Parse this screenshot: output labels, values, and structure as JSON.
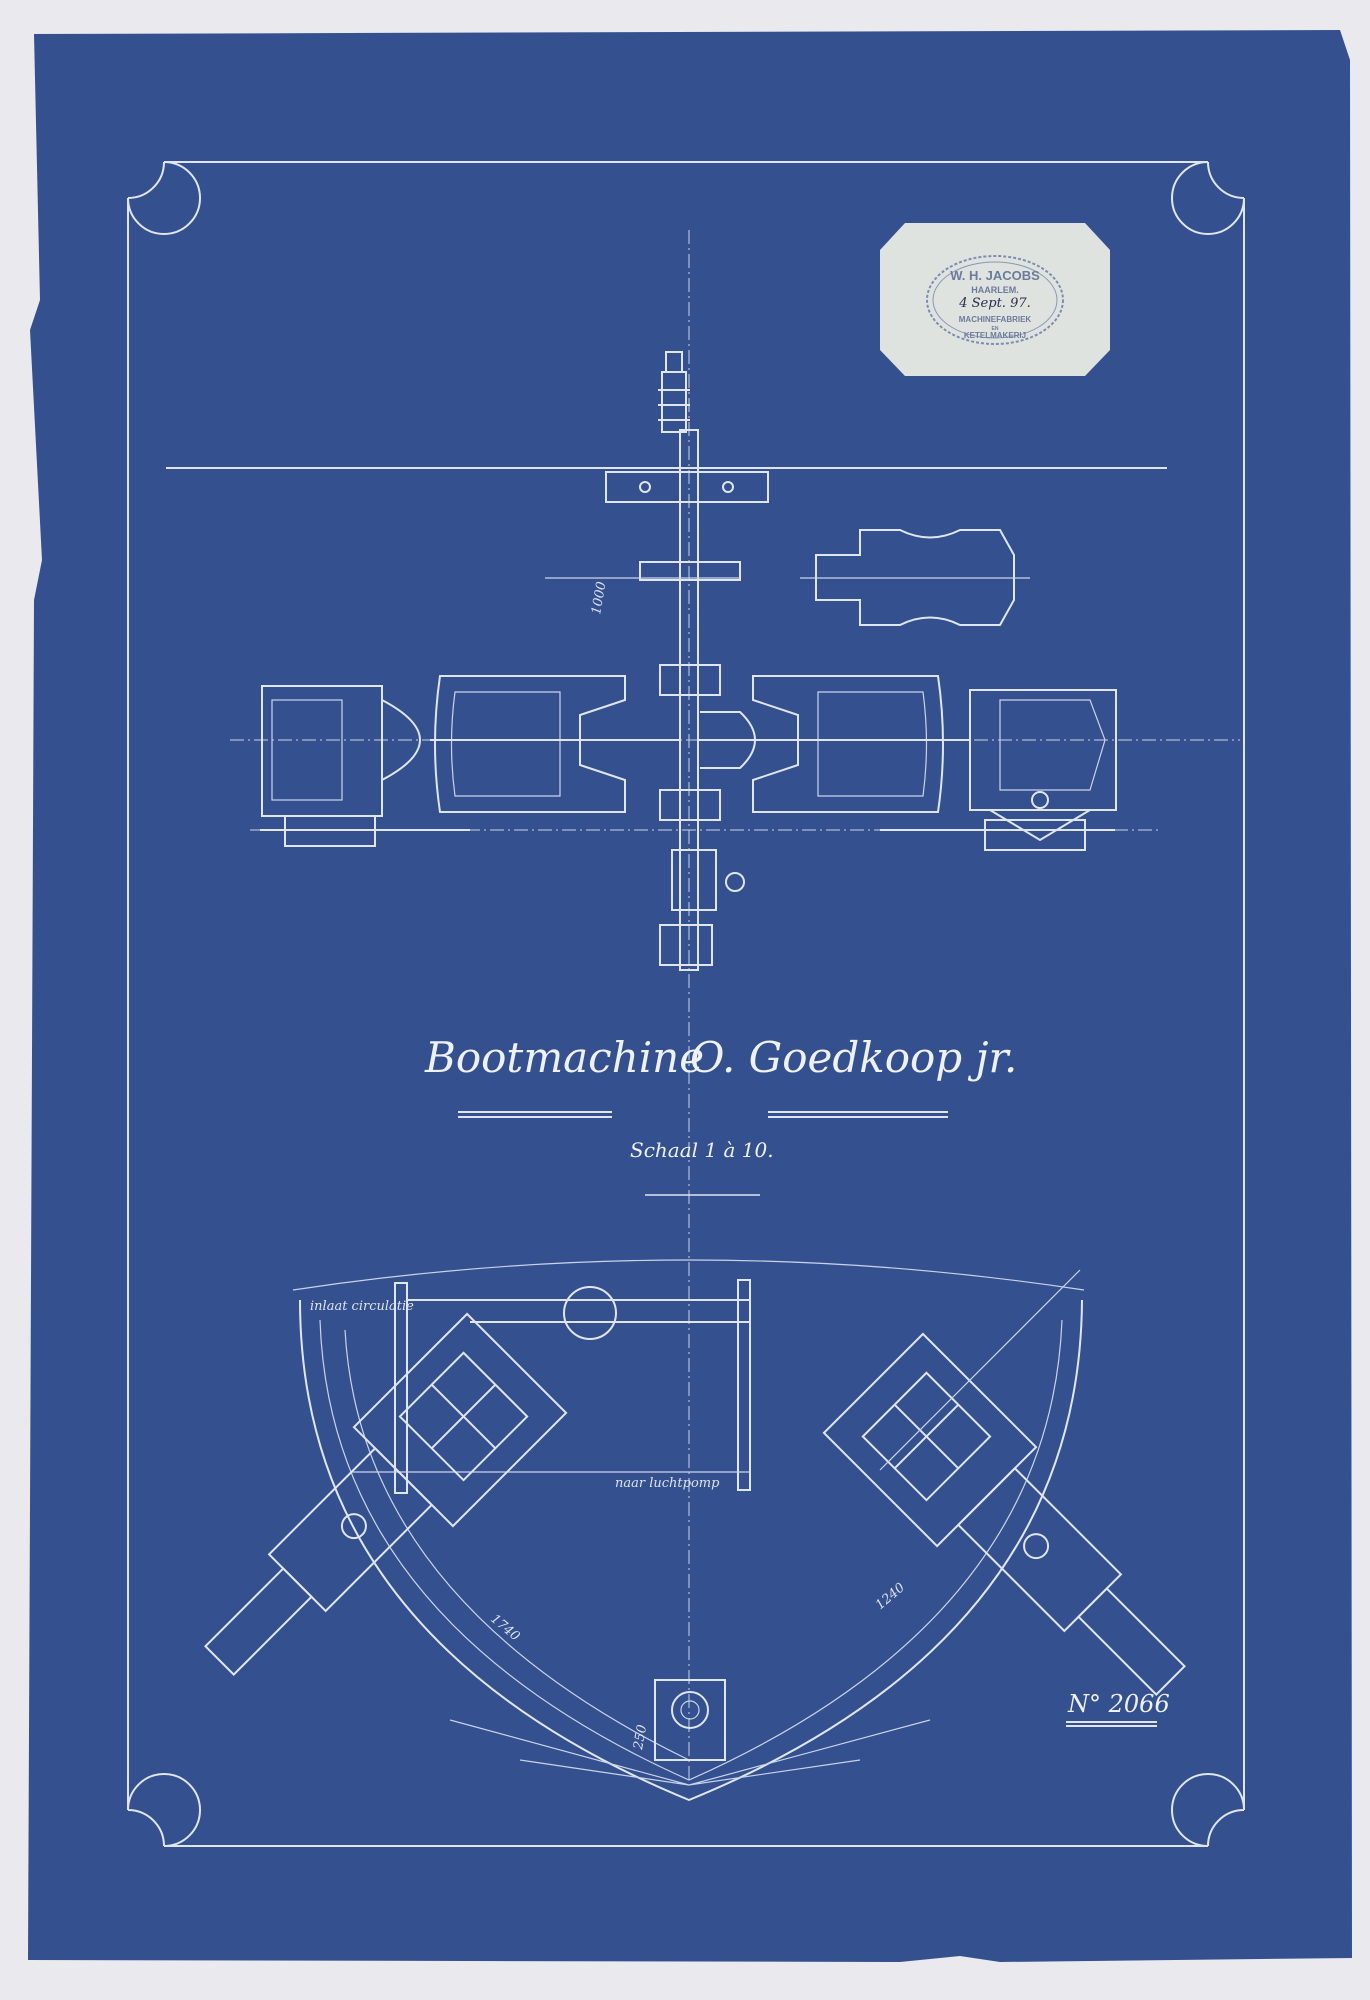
{
  "drawing": {
    "title_left": "Bootmachine",
    "title_right": "O. Goedkoop jr.",
    "scale": "Schaal 1 à 10.",
    "number": "N° 2066"
  },
  "stamp": {
    "company": "W. H. JACOBS",
    "city": "HAARLEM.",
    "date": "4 Sept. 97.",
    "line1": "MACHINEFABRIEK",
    "line2": "EN",
    "line3": "KETELMAKERIJ"
  },
  "annotations": {
    "dim_top": "1000",
    "dim_left": "1740",
    "dim_right": "1240",
    "inlet": "inlaat circulatie",
    "pump": "naar luchtpomp",
    "dim_bottom": "250"
  },
  "colors": {
    "paper": "#34508f",
    "lines": "#dfe6f2",
    "stamp_label": "#dfe3df"
  }
}
